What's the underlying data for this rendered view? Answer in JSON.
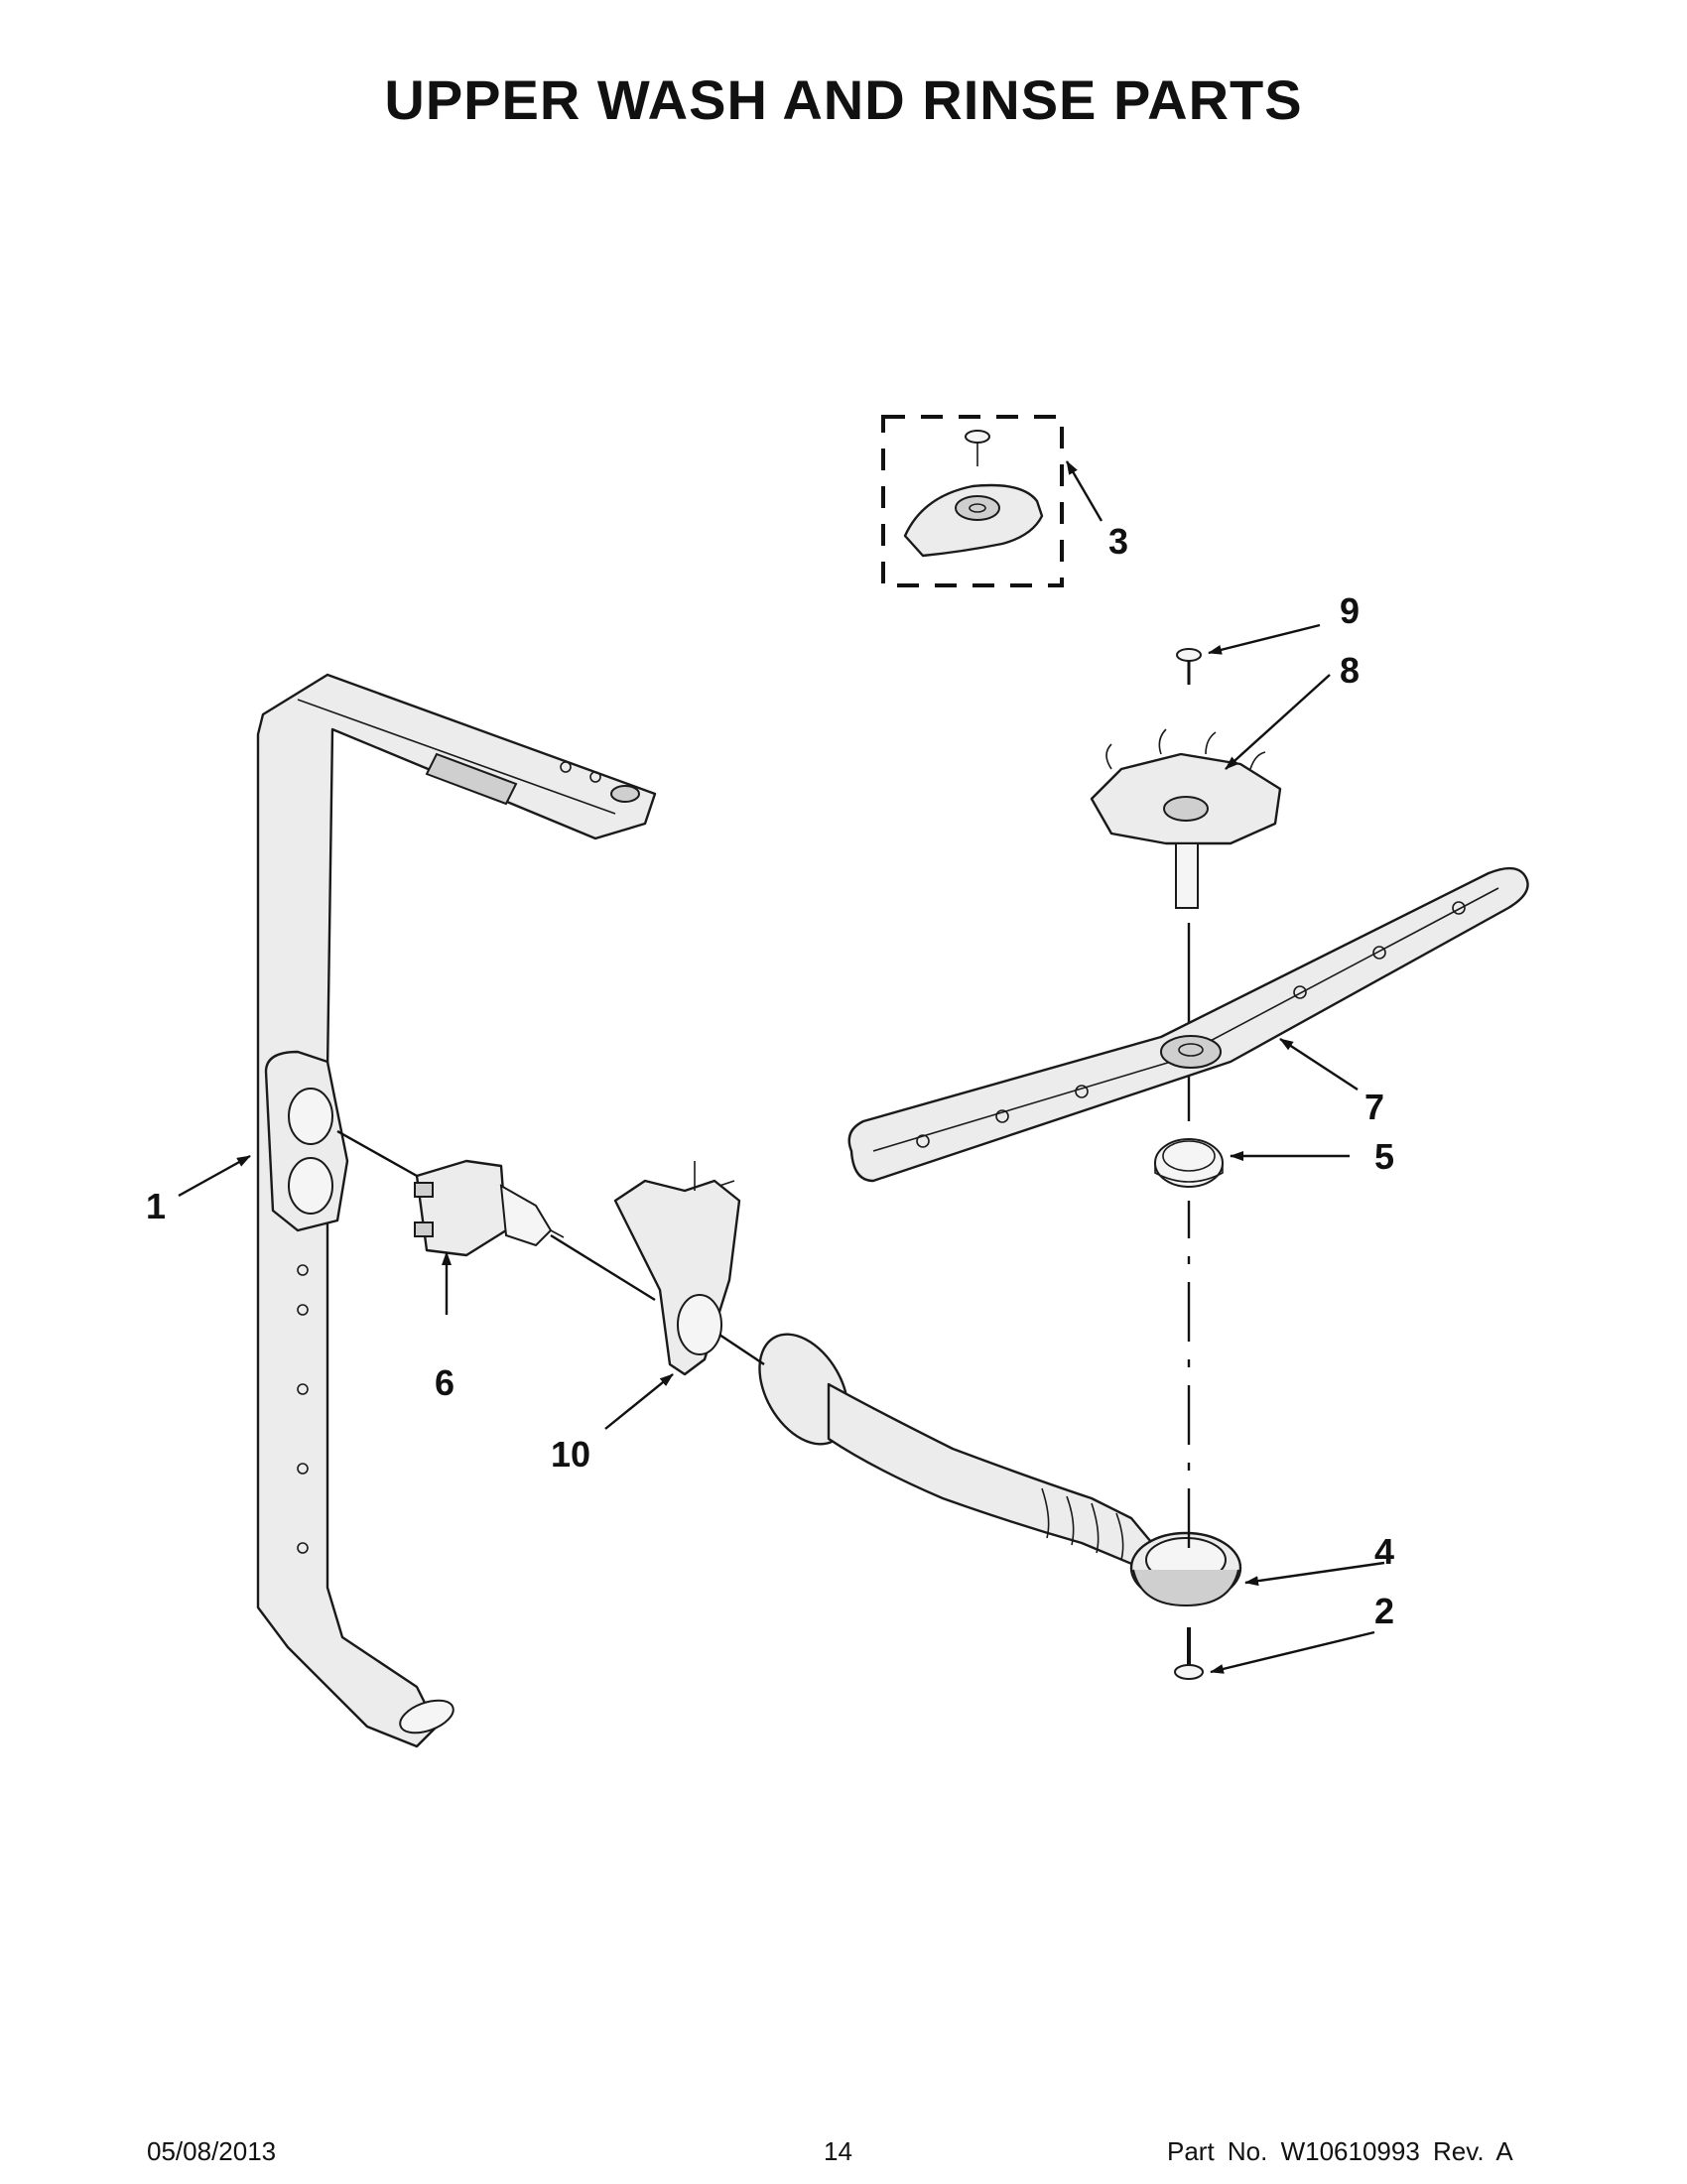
{
  "page": {
    "title": "UPPER WASH AND RINSE PARTS"
  },
  "footer": {
    "date": "05/08/2013",
    "page_number": "14",
    "part_number": "Part No.  W10610993  Rev.  A"
  },
  "callouts": [
    "1",
    "2",
    "3",
    "4",
    "5",
    "6",
    "7",
    "8",
    "9",
    "10"
  ],
  "colors": {
    "ink": "#1a1a1a",
    "part_fill": "#ececec"
  }
}
